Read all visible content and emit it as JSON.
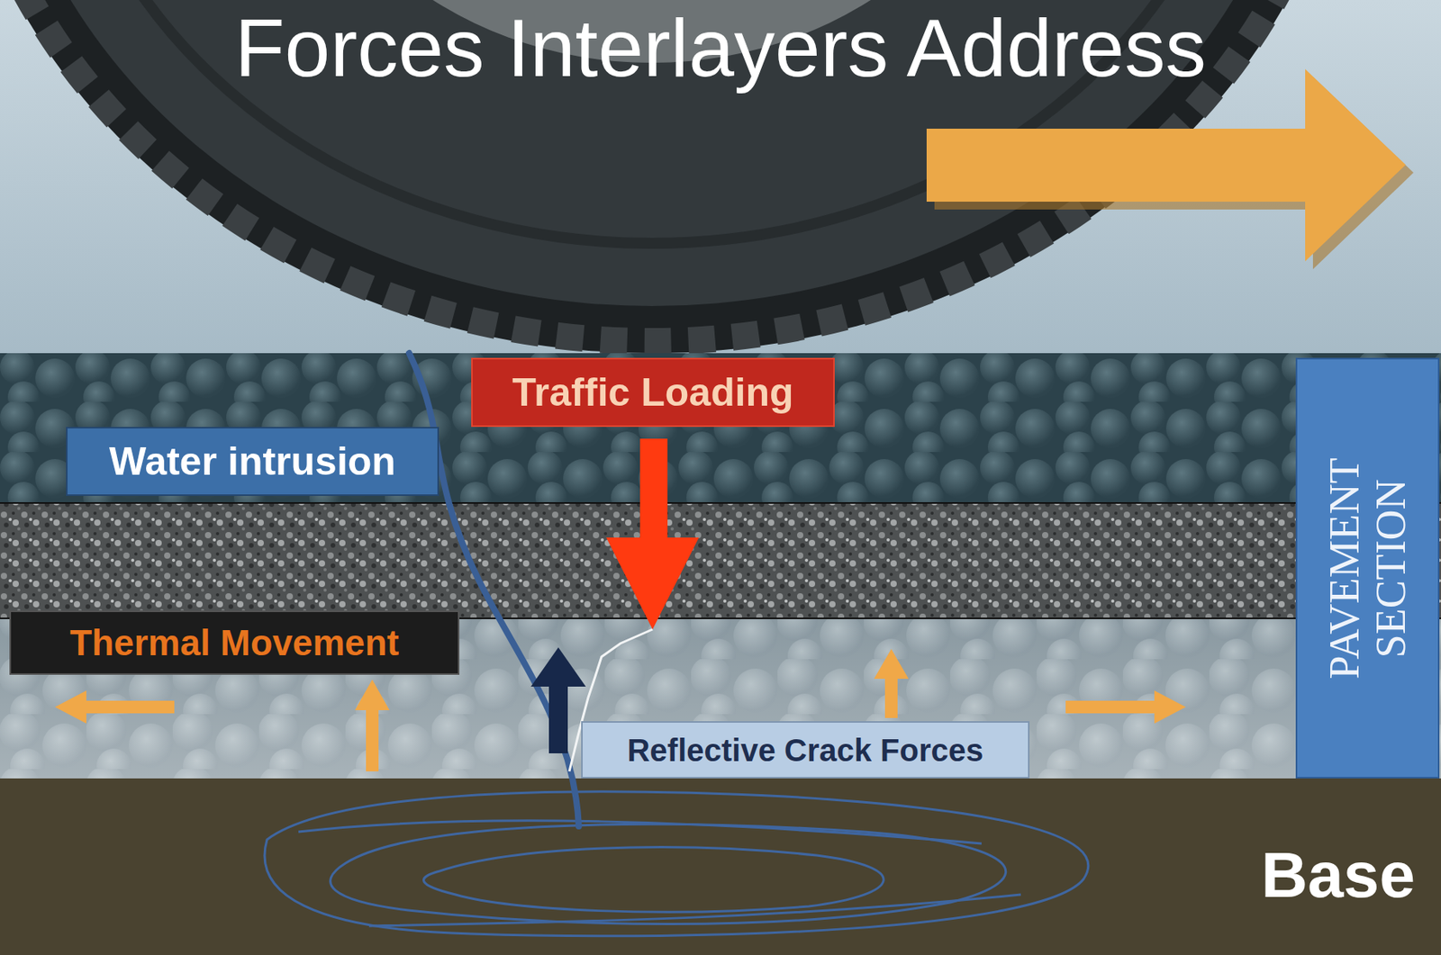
{
  "diagram": {
    "title": "Forces Interlayers Address",
    "nodes": [
      {
        "text": [
          "Traffic Loading"
        ]
      },
      {
        "text": [
          "PAVEMENT SECTION"
        ]
      },
      {
        "text": [
          "Water intrusion"
        ]
      },
      {
        "text": [
          "Thermal Movement"
        ]
      },
      {
        "text": [
          "Reflective Crack Forces"
        ]
      },
      {
        "text": [
          "Base"
        ]
      }
    ]
  }
}
